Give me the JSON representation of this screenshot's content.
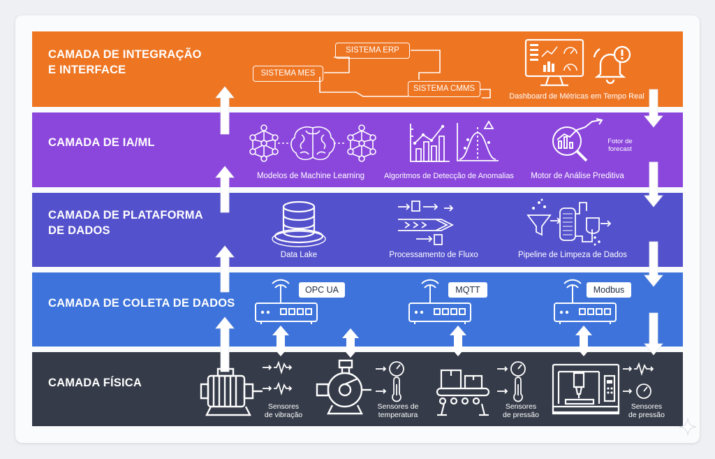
{
  "layers": [
    {
      "id": "integration",
      "title_line1": "CAMADA DE INTEGRAÇÃO",
      "title_line2": "E INTERFACE",
      "systems": [
        "SISTEMA ERP",
        "SISTEMA MES",
        "SISTEMA CMMS"
      ],
      "dashboard_label": "Dashboard de Métricas em Tempo Real",
      "color": "#ee7522"
    },
    {
      "id": "ai-ml",
      "title": "CAMADA DE IA/ML",
      "components": [
        "Modelos de Machine Learning",
        "Algoritmos de Detecção de Anomalias",
        "Motor de Análise Preditiva"
      ],
      "forecast_line1": "Fotor de",
      "forecast_line2": "forecast",
      "color": "#8b46dc"
    },
    {
      "id": "data-platform",
      "title_line1": "CAMADA DE PLATAFORMA",
      "title_line2": "DE DADOS",
      "components": [
        "Data Lake",
        "Processamento de Fluxo",
        "Pipeline de Limpeza de Dados"
      ],
      "color": "#5451cc"
    },
    {
      "id": "collection",
      "title": "CAMADA DE COLETA DE DADOS",
      "protocols": [
        "OPC UA",
        "MQTT",
        "Modbus"
      ],
      "color": "#3d73da"
    },
    {
      "id": "physical",
      "title": "CAMADA FÍSICA",
      "sensors": [
        {
          "line1": "Sensores",
          "line2": "de vibração"
        },
        {
          "line1": "Sensores de",
          "line2": "temperatura"
        },
        {
          "line1": "Sensores",
          "line2": "de pressão"
        },
        {
          "line1": "Sensores",
          "line2": "de pressão"
        }
      ],
      "color": "#353b48"
    }
  ],
  "icons": {
    "machines": [
      "electric-motor-icon",
      "centrifugal-pump-icon",
      "conveyor-icon",
      "cnc-machine-icon"
    ],
    "gateways": [
      "router-icon",
      "router-icon",
      "router-icon"
    ],
    "data": [
      "database-icon",
      "stream-icon",
      "pipeline-icon"
    ],
    "ai": [
      "neural-network-icon",
      "brain-icon",
      "bar-chart-icon",
      "bell-curve-icon",
      "magnifier-forecast-icon"
    ],
    "integration": [
      "monitor-dashboard-icon",
      "alarm-bell-icon"
    ]
  }
}
